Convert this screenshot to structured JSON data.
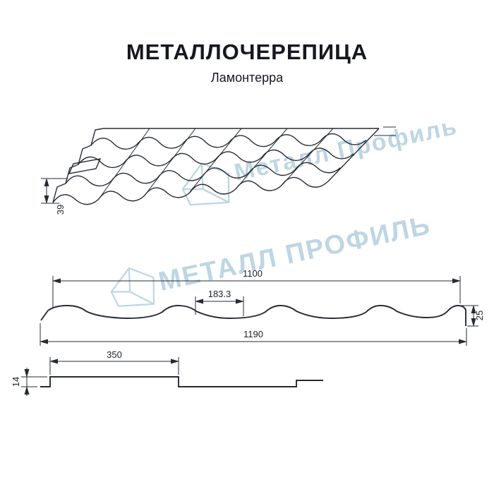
{
  "header": {
    "title": "МЕТАЛЛОЧЕРЕПИЦА",
    "subtitle": "Ламонтерра"
  },
  "watermark": {
    "upper_text": "Металл Профиль",
    "lower_text": "МЕТАЛЛ ПРОФИЛЬ",
    "color": "#b7d2e2"
  },
  "dims": {
    "perspective_height": "39",
    "profile_top": "1100",
    "wave_pitch": "183.3",
    "profile_height": "25",
    "profile_total": "1190",
    "step_length": "350",
    "step_height": "14"
  },
  "colors": {
    "line": "#262b33",
    "text": "#14181f",
    "background": "#ffffff"
  }
}
